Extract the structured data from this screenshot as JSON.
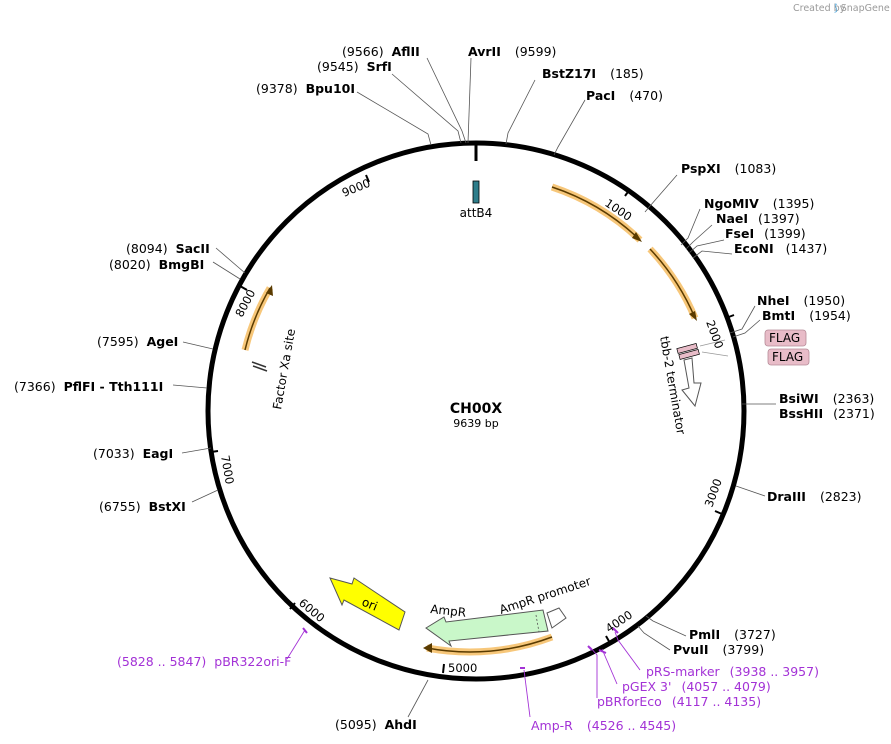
{
  "header": {
    "created_by": "Created by",
    "brand": "SnapGene"
  },
  "plasmid": {
    "name": "CH00X",
    "length": "9639 bp"
  },
  "ticks": [
    "1000",
    "2000",
    "3000",
    "4000",
    "5000",
    "6000",
    "7000",
    "8000",
    "9000"
  ],
  "enzymes": [
    {
      "name": "AflII",
      "pos": "(9566)"
    },
    {
      "name": "SrfI",
      "pos": "(9545)"
    },
    {
      "name": "Bpu10I",
      "pos": "(9378)"
    },
    {
      "name": "AvrII",
      "pos": "(9599)"
    },
    {
      "name": "BstZ17I",
      "pos": "(185)"
    },
    {
      "name": "PacI",
      "pos": "(470)"
    },
    {
      "name": "PspXI",
      "pos": "(1083)"
    },
    {
      "name": "NgoMIV",
      "pos": "(1395)"
    },
    {
      "name": "NaeI",
      "pos": "(1397)"
    },
    {
      "name": "FseI",
      "pos": "(1399)"
    },
    {
      "name": "EcoNI",
      "pos": "(1437)"
    },
    {
      "name": "NheI",
      "pos": "(1950)"
    },
    {
      "name": "BmtI",
      "pos": "(1954)"
    },
    {
      "name": "BsiWI",
      "pos": "(2363)"
    },
    {
      "name": "BssHII",
      "pos": "(2371)"
    },
    {
      "name": "DraIII",
      "pos": "(2823)"
    },
    {
      "name": "PmlI",
      "pos": "(3727)"
    },
    {
      "name": "PvuII",
      "pos": "(3799)"
    },
    {
      "name": "AhdI",
      "pos": "(5095)"
    },
    {
      "name": "BstXI",
      "pos": "(6755)"
    },
    {
      "name": "EagI",
      "pos": "(7033)"
    },
    {
      "name": "PflFI - Tth111I",
      "pos": "(7366)"
    },
    {
      "name": "AgeI",
      "pos": "(7595)"
    },
    {
      "name": "BmgBI",
      "pos": "(8020)"
    },
    {
      "name": "SacII",
      "pos": "(8094)"
    }
  ],
  "primers": [
    {
      "name": "pRS-marker",
      "range": "(3938 .. 3957)"
    },
    {
      "name": "pGEX 3'",
      "range": "(4057 .. 4079)"
    },
    {
      "name": "pBRforEco",
      "range": "(4117 .. 4135)"
    },
    {
      "name": "Amp-R",
      "range": "(4526 .. 4545)"
    },
    {
      "name": "pBR322ori-F",
      "range": "(5828 .. 5847)"
    }
  ],
  "features": {
    "attB4": "attB4",
    "flag1": "FLAG",
    "flag2": "FLAG",
    "tbb2": "tbb-2 terminator",
    "factor_xa": "Factor Xa site",
    "ampr": "AmpR",
    "ampr_promoter": "AmpR promoter",
    "ori": "ori"
  },
  "colors": {
    "backbone": "#000000",
    "orf_highlight": "#f7c77a",
    "ori": "#ffff00",
    "ampr": "#c9f7c9",
    "flag": "#e8bcc8",
    "attB": "#2e7d8a",
    "primer": "#a332d6"
  }
}
